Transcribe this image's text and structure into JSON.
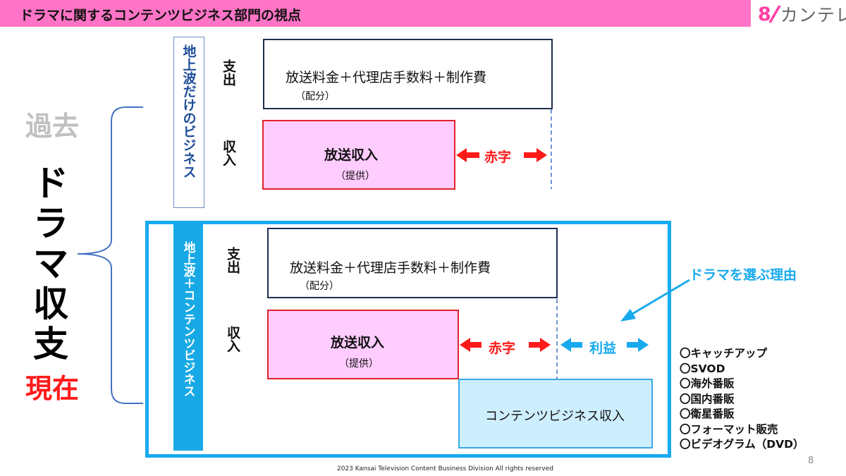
{
  "header": {
    "title": "ドラマに関するコンテンツビジネス部門の視点",
    "logo_mark": "8",
    "logo_text": "カンテレ"
  },
  "labels": {
    "past": "過去",
    "drama_revenue": "ドラマ収支",
    "now": "現在"
  },
  "past": {
    "vertical_label": "地上波だけのビジネス",
    "expense_label": "支出",
    "income_label": "収入",
    "expense_main": "放送料金＋代理店手数料＋制作費",
    "expense_sub": "（配分）",
    "income_main": "放送収入",
    "income_sub": "（提供）",
    "deficit": "赤字"
  },
  "current": {
    "vertical_label": "地上波＋コンテンツビジネス",
    "expense_label": "支出",
    "income_label": "収入",
    "expense_main": "放送料金＋代理店手数料＋制作費",
    "expense_sub": "（配分）",
    "income_main": "放送収入",
    "income_sub": "（提供）",
    "deficit": "赤字",
    "profit": "利益",
    "content_income": "コンテンツビジネス収入"
  },
  "callout": "ドラマを選ぶ理由",
  "services": [
    "〇キャッチアップ",
    "〇SVOD",
    "〇海外番販",
    "〇国内番販",
    "〇衛星番販",
    "〇フォーマット販売",
    "〇ビデオグラム（DVD）"
  ],
  "footer": "2023 Kansai Television Content Business Division All rights reserved",
  "page_number": "8",
  "colors": {
    "header": "#ff74c6",
    "accent_blue": "#17aaf0",
    "deficit_red": "#ff1a1a",
    "income_fill": "#ffccff",
    "content_fill": "#cdeefd"
  }
}
